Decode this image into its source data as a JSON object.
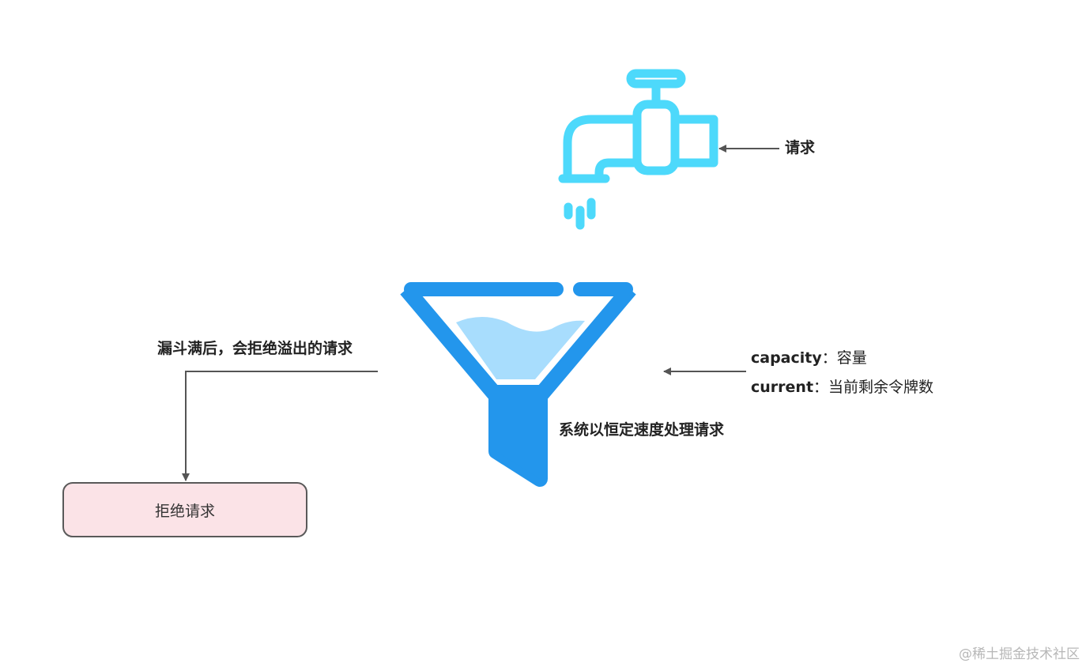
{
  "labels": {
    "request": "请求",
    "overflow": "漏斗满后，会拒绝溢出的请求",
    "system": "系统以恒定速度处理请求",
    "reject": "拒绝请求"
  },
  "params": [
    {
      "key": "capacity",
      "sep": "：",
      "value": "容量"
    },
    {
      "key": "current",
      "sep": "：",
      "value": "当前剩余令牌数"
    }
  ],
  "watermark": "@稀土掘金技术社区",
  "colors": {
    "faucet": "#4dd9fb",
    "funnel": "#2396ec",
    "water": "#a8ddfd",
    "arrow": "#555555",
    "reject_fill": "#fbe3e7",
    "reject_border": "#595959"
  },
  "icons": [
    "faucet-icon",
    "funnel-icon"
  ]
}
